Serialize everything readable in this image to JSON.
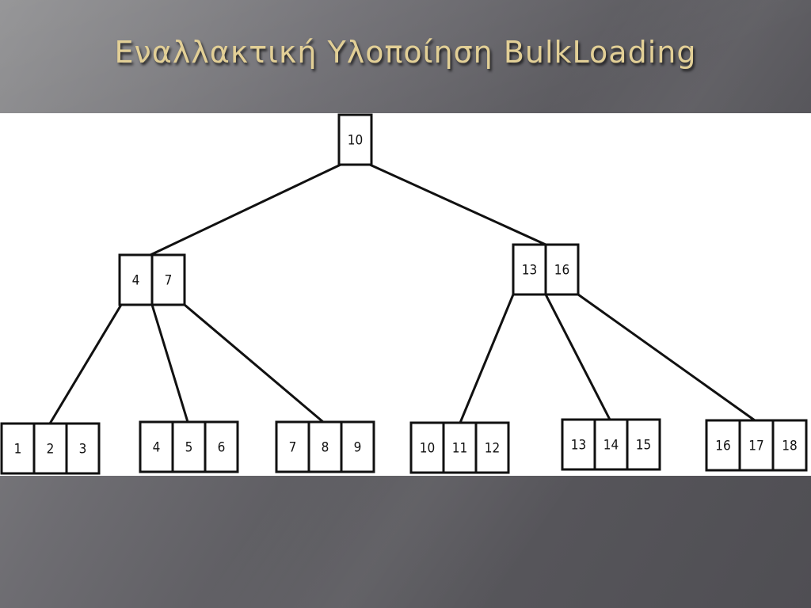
{
  "slide": {
    "title": "Εναλλακτική Υλοποίηση BulkLoading"
  },
  "tree": {
    "root": {
      "keys": [
        "10"
      ]
    },
    "internal": [
      {
        "keys": [
          "4",
          "7"
        ]
      },
      {
        "keys": [
          "13",
          "16"
        ]
      }
    ],
    "leaves": [
      {
        "keys": [
          "1",
          "2",
          "3"
        ]
      },
      {
        "keys": [
          "4",
          "5",
          "6"
        ]
      },
      {
        "keys": [
          "7",
          "8",
          "9"
        ]
      },
      {
        "keys": [
          "10",
          "11",
          "12"
        ]
      },
      {
        "keys": [
          "13",
          "14",
          "15"
        ]
      },
      {
        "keys": [
          "16",
          "17",
          "18"
        ]
      }
    ]
  }
}
